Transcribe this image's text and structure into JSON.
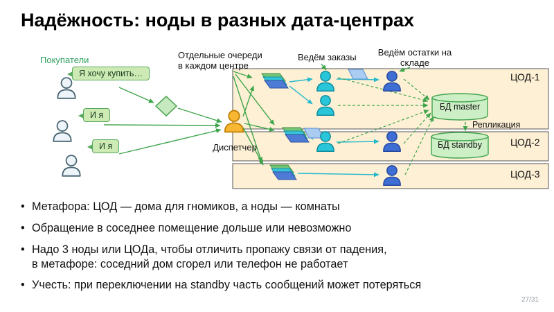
{
  "slide": {
    "title": "Надёжность: ноды в разных дата-центрах",
    "page_number": "27/31"
  },
  "diagram": {
    "buyers": {
      "label": "Покупатели",
      "bubbles": [
        "Я хочу купить…",
        "И я",
        "И я"
      ]
    },
    "queues_note": "Отдельные очереди в каждом центре",
    "dispatcher_label": "Диспетчер",
    "orders_note": "Ведём заказы",
    "stock_note": "Ведём остатки на складе",
    "datacenters": [
      "ЦОД-1",
      "ЦОД-2",
      "ЦОД-3"
    ],
    "db_master_label": "БД master",
    "db_standby_label": "БД standby",
    "replication_label": "Репликация"
  },
  "bullets": [
    "Метафора: ЦОД — дома для гномиков, а ноды — комнаты",
    "Обращение в соседнее помещение дольше или невозможно",
    "Надо 3 ноды или ЦОДа, чтобы отличить пропажу связи от падения,\nв метафоре: соседний дом сгорел или телефон не работает",
    "Учесть: при переключении на standby часть сообщений может потеряться"
  ],
  "colors": {
    "accent_green": "#3FA54B",
    "bubble_fill": "#CDE9B4",
    "dc_fill": "#FDF0D5",
    "dispatcher_orange": "#F7B733",
    "orders_cyan": "#29C5D8",
    "stock_blue": "#3E6ED4",
    "db_fill": "#CDEFC6"
  }
}
